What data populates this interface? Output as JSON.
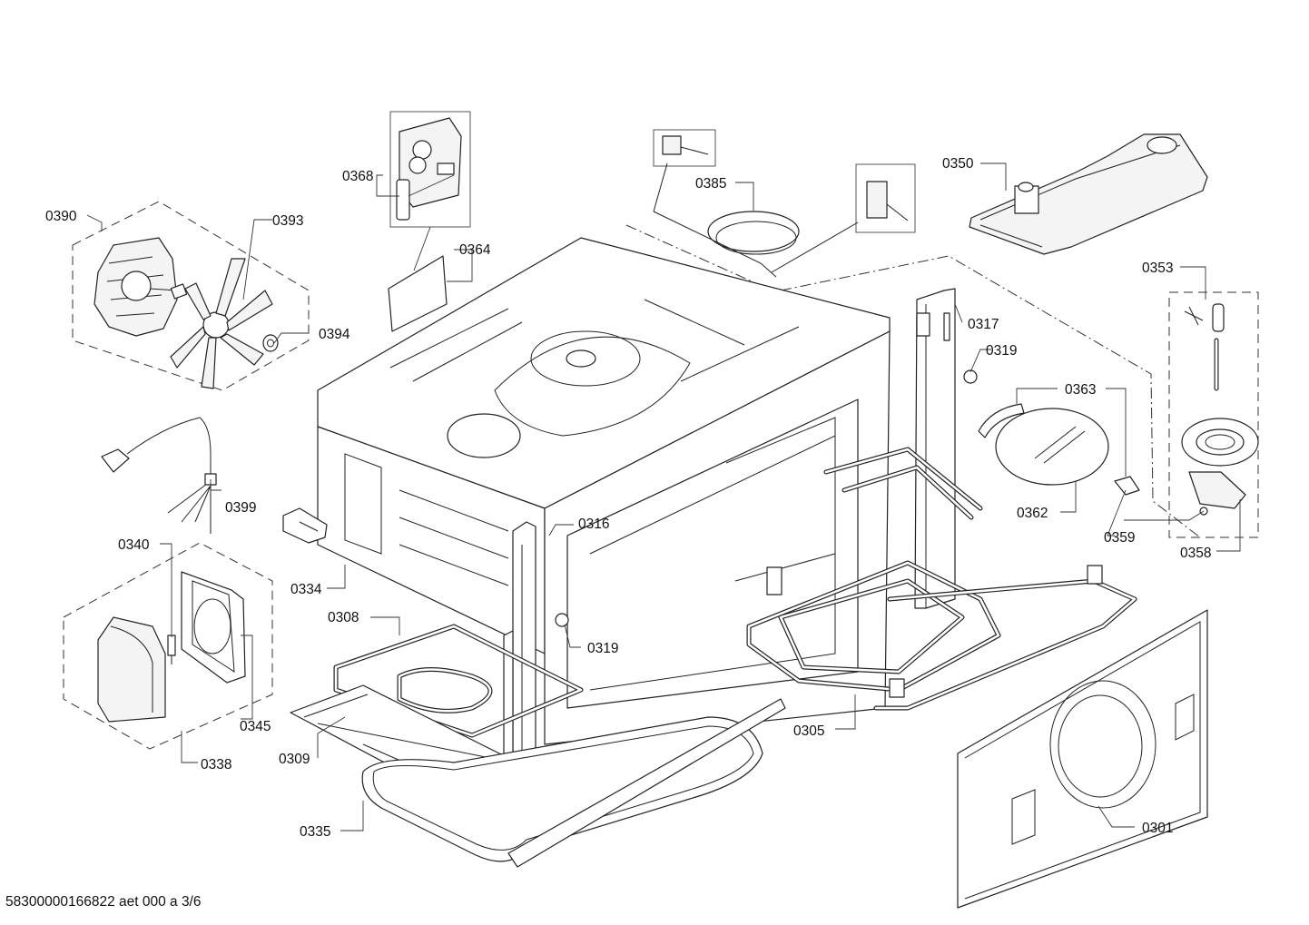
{
  "callouts": {
    "c0390": "0390",
    "c0393": "0393",
    "c0394": "0394",
    "c0368": "0368",
    "c0364": "0364",
    "c0385": "0385",
    "c0350": "0350",
    "c0353": "0353",
    "c0317": "0317",
    "c0319a": "0319",
    "c0363": "0363",
    "c0362": "0362",
    "c0359": "0359",
    "c0358": "0358",
    "c0399": "0399",
    "c0340": "0340",
    "c0316": "0316",
    "c0334": "0334",
    "c0308": "0308",
    "c0319b": "0319",
    "c0345": "0345",
    "c0309": "0309",
    "c0338": "0338",
    "c0305": "0305",
    "c0335": "0335",
    "c0301": "0301"
  },
  "footer": {
    "doc_id": "58300000166822 aet 000 a 3/6"
  }
}
